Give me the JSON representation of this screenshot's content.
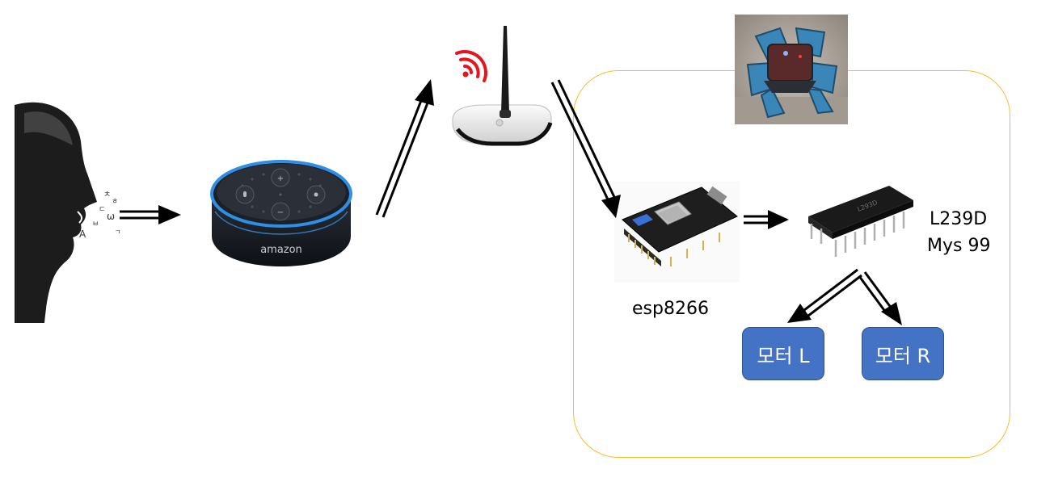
{
  "colors": {
    "container_border": "#f2c12e",
    "motor_fill": "#4472c4",
    "motor_border": "#2f528f",
    "arrow": "#000000",
    "wifi": "#e8141c",
    "speaker_ring": "#2f8fe6"
  },
  "icons": {
    "person": "person-speaking-icon",
    "speaker": "smart-speaker-icon",
    "router": "wifi-router-icon",
    "robot": "robot-photo",
    "board": "esp8266-board-icon",
    "chip": "motor-driver-chip-icon"
  },
  "speaker": {
    "brand": "amazon"
  },
  "labels": {
    "esp": "esp8266",
    "driver_line1": "L239D",
    "driver_line2": "Mys 99"
  },
  "motors": [
    {
      "label": "모터 L"
    },
    {
      "label": "모터 R"
    }
  ]
}
